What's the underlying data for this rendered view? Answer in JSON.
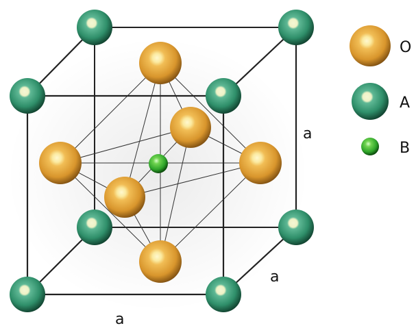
{
  "diagram": {
    "edge_labels": {
      "right": "a",
      "depth": "a",
      "bottom": "a"
    },
    "legend": [
      {
        "symbol": "O",
        "color": "#e8a638",
        "kind": "large-orange-sphere"
      },
      {
        "symbol": "A",
        "color": "#2f8f6a",
        "kind": "large-teal-sphere"
      },
      {
        "symbol": "B",
        "color": "#2fa52a",
        "kind": "small-green-sphere"
      }
    ],
    "colors": {
      "orange": "#e8a638",
      "teal": "#2f8f6a",
      "green": "#2fa52a",
      "line": "#222222"
    }
  }
}
